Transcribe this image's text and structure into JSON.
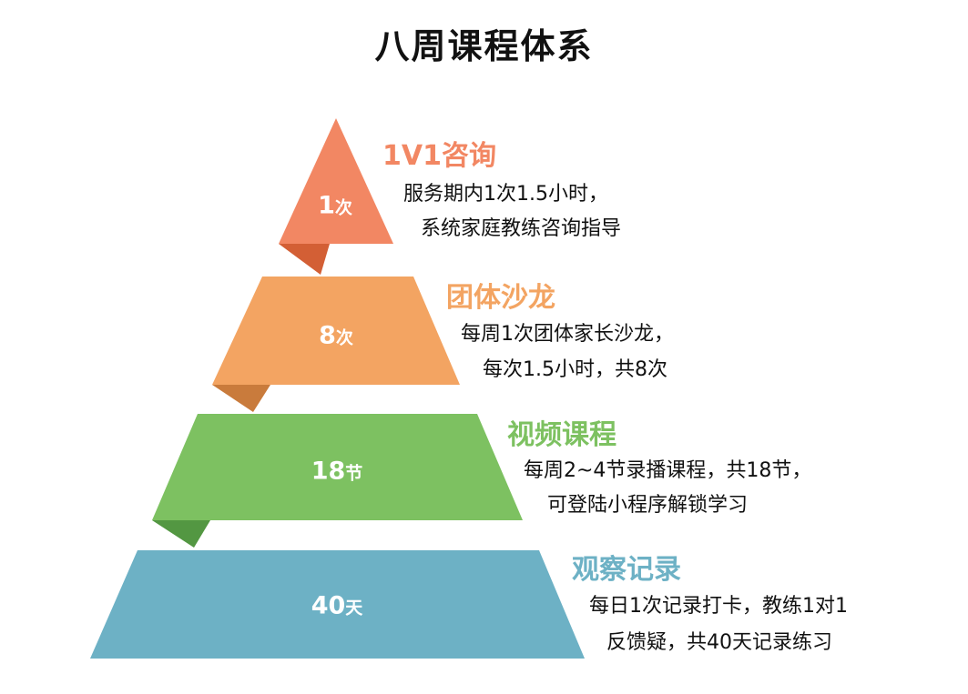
{
  "title": "八周课程体系",
  "tiers": [
    {
      "count": "1",
      "unit": "次",
      "heading": "1V1咨询",
      "desc_line1": "服务期内1次1.5小时，",
      "desc_line2": "系统家庭教练咨询指导",
      "color": "#F28763",
      "fold_color": "#D35F35",
      "heading_color": "#F28763"
    },
    {
      "count": "8",
      "unit": "次",
      "heading": "团体沙龙",
      "desc_line1": "每周1次团体家长沙龙，",
      "desc_line2": "每次1.5小时，共8次",
      "color": "#F3A462",
      "fold_color": "#C97B3C",
      "heading_color": "#F3A462"
    },
    {
      "count": "18",
      "unit": "节",
      "heading": "视频课程",
      "desc_line1": "每周2~4节录播课程，共18节，",
      "desc_line2": "可登陆小程序解锁学习",
      "color": "#7DC161",
      "fold_color": "#539742",
      "heading_color": "#7DC161"
    },
    {
      "count": "40",
      "unit": "天",
      "heading": "观察记录",
      "desc_line1": "每日1次记录打卡，教练1对1",
      "desc_line2": "反馈疑，共40天记录练习",
      "color": "#6DB1C5",
      "fold_color": "#4C8C9F",
      "heading_color": "#6DB1C5"
    }
  ]
}
